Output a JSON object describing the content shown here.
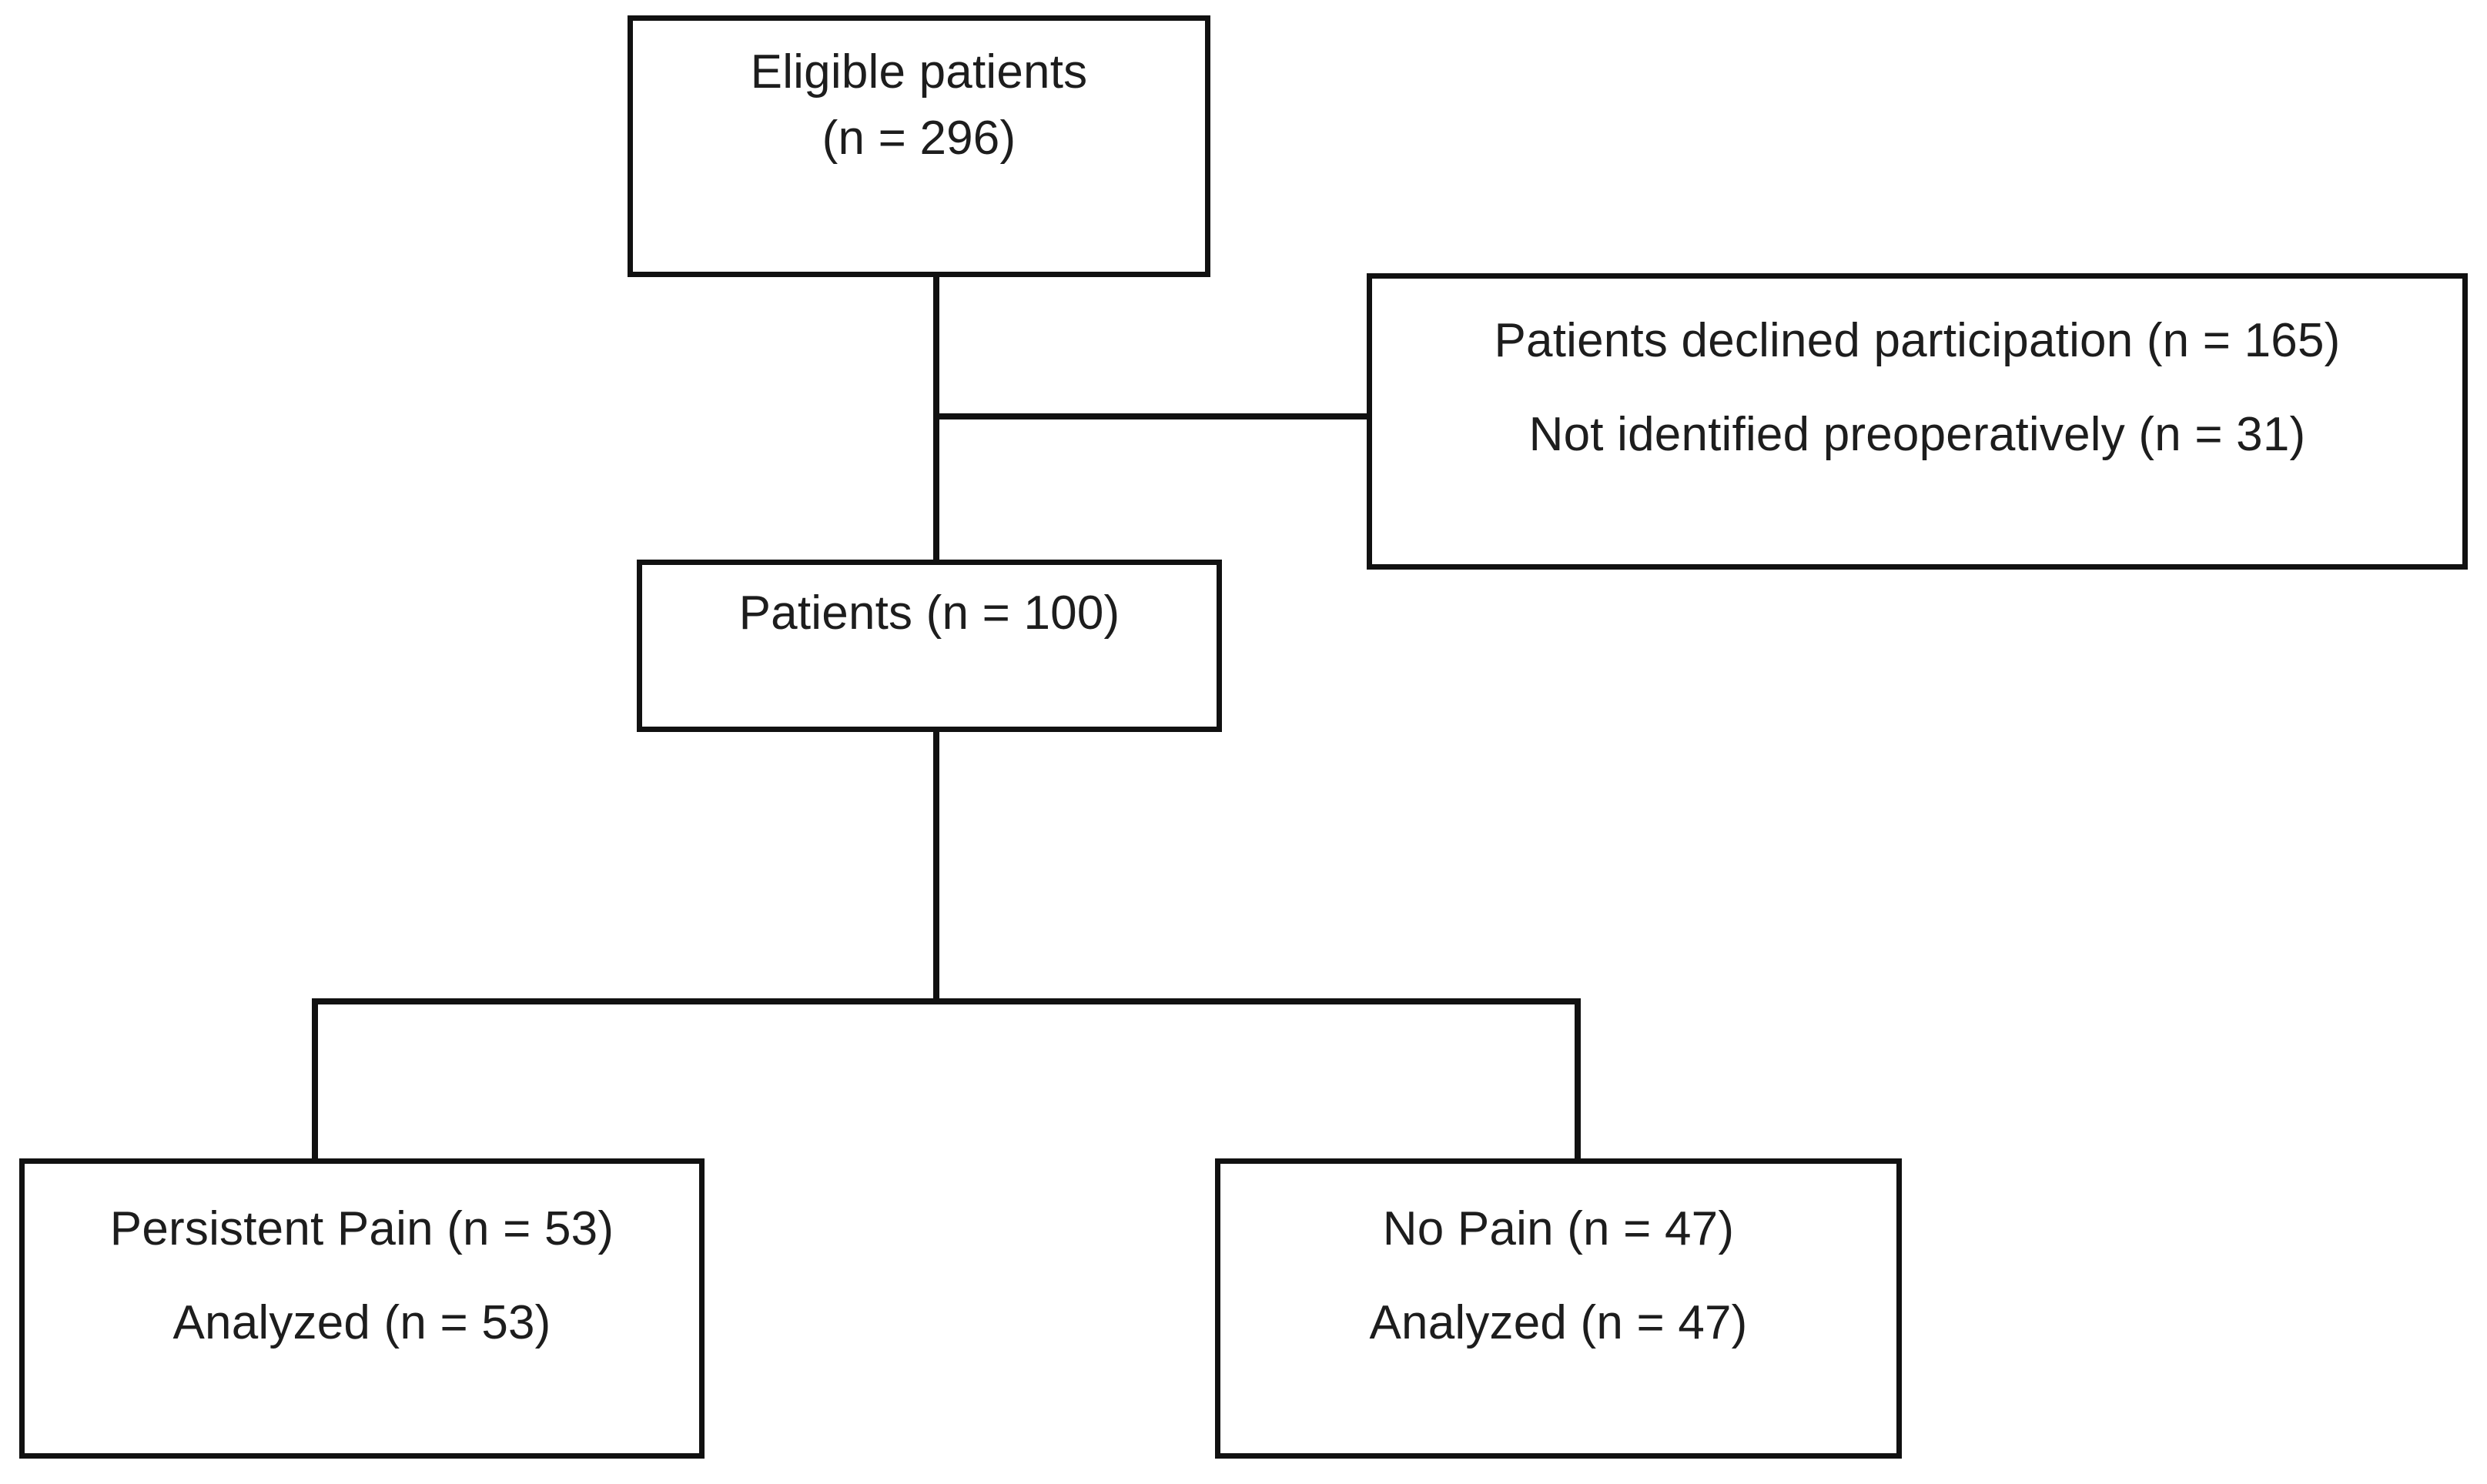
{
  "diagram": {
    "type": "consort-flow-diagram",
    "colors": {
      "background": "#ffffff",
      "border": "#111111",
      "text": "#1d1d1d"
    },
    "nodes": {
      "eligible": {
        "line1": "Eligible patients",
        "line2": "(n = 296)",
        "count": 296
      },
      "exclusions": {
        "line1": "Patients declined participation (n = 165)",
        "line2": "Not identified preoperatively (n = 31)",
        "declined_count": 165,
        "not_identified_count": 31
      },
      "patients": {
        "line1": "Patients  (n = 100)",
        "count": 100
      },
      "persistent_pain": {
        "line1": "Persistent Pain (n = 53)",
        "line2": "Analyzed (n = 53)",
        "count": 53,
        "analyzed": 53
      },
      "no_pain": {
        "line1": "No Pain (n = 47)",
        "line2": "Analyzed (n = 47)",
        "count": 47,
        "analyzed": 47
      }
    }
  }
}
